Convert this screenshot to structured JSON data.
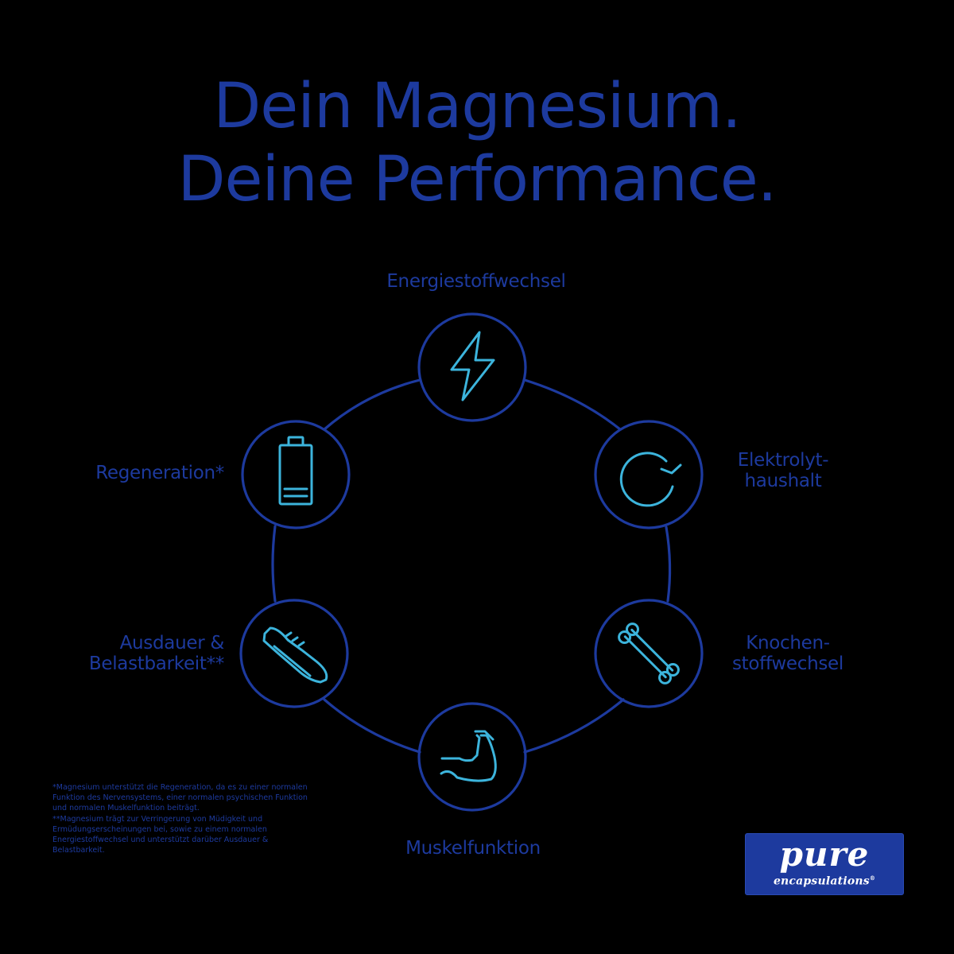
{
  "headline": {
    "line1": "Dein Magnesium.",
    "line2": "Deine Performance."
  },
  "colors": {
    "background": "#000000",
    "primary_dark_blue": "#1d3a9e",
    "icon_light_blue": "#3cb4dc",
    "logo_background": "#1d3a9e",
    "logo_text": "#ffffff"
  },
  "benefits": [
    {
      "id": "energy",
      "label_lines": [
        "Energiestoffwechsel"
      ],
      "icon": "lightning-bolt-icon"
    },
    {
      "id": "electrolyte",
      "label_lines": [
        "Elektrolyt-",
        "haushalt"
      ],
      "icon": "circular-arrow-icon"
    },
    {
      "id": "bone",
      "label_lines": [
        "Knochen-",
        "stoffwechsel"
      ],
      "icon": "bone-icon"
    },
    {
      "id": "muscle",
      "label_lines": [
        "Muskelfunktion"
      ],
      "icon": "flexed-arm-icon"
    },
    {
      "id": "endurance",
      "label_lines": [
        "Ausdauer &",
        "Belastbarkeit**"
      ],
      "icon": "running-shoe-icon"
    },
    {
      "id": "regeneration",
      "label_lines": [
        "Regeneration*"
      ],
      "icon": "battery-icon"
    }
  ],
  "footnotes": {
    "note1": "*Magnesium unterstützt die Regeneration, da es zu einer normalen Funktion des Nervensystems, einer normalen psychischen Funktion und normalen Muskelfunktion beiträgt.",
    "note2": "**Magnesium trägt zur Verringerung von Müdigkeit und Ermüdungserscheinungen bei, sowie zu einem normalen Energiestoffwechsel und unterstützt darüber Ausdauer & Belastbarkeit."
  },
  "logo": {
    "brand": "pure",
    "subline": "encapsulations",
    "registered_mark": "®"
  }
}
